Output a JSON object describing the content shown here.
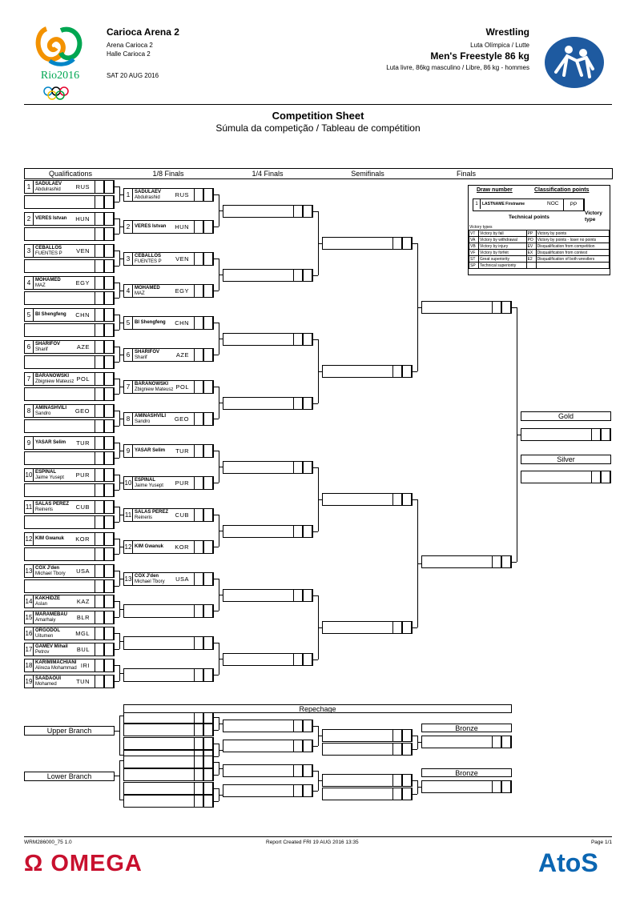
{
  "header": {
    "venue": "Carioca Arena 2",
    "venue_pt": "Arena Carioca 2",
    "venue_fr": "Halle Carioca 2",
    "date": "SAT 20 AUG 2016",
    "sport": "Wrestling",
    "sport_pt_fr": "Luta Olímpica / Lutte",
    "event": "Men's Freestyle 86 kg",
    "event_pt_fr": "Luta livre, 86kg masculino / Libre, 86 kg - hommes",
    "logo_text": "Rio2016"
  },
  "title": {
    "main": "Competition Sheet",
    "sub": "Súmula da competição / Tableau de compétition"
  },
  "columns": [
    "Qualifications",
    "1/8 Finals",
    "1/4 Finals",
    "Semifinals",
    "Finals"
  ],
  "qualifications": [
    {
      "seed": "1",
      "last": "SADULAEV",
      "first": "Abdulrashid",
      "noc": "RUS"
    },
    {
      "seed": "2",
      "last": "VERES Istvan",
      "first": "",
      "noc": "HUN"
    },
    {
      "seed": "3",
      "last": "CEBALLOS",
      "first": "FUENTES P",
      "noc": "VEN"
    },
    {
      "seed": "4",
      "last": "MOHAMED",
      "first": "MAZ",
      "noc": "EGY"
    },
    {
      "seed": "5",
      "last": "BI Shengfeng",
      "first": "",
      "noc": "CHN"
    },
    {
      "seed": "6",
      "last": "SHARIFOV",
      "first": "Sharif",
      "noc": "AZE"
    },
    {
      "seed": "7",
      "last": "BARANOWSKI",
      "first": "Zbigniew Mateusz",
      "noc": "POL"
    },
    {
      "seed": "8",
      "last": "AMINASHVILI",
      "first": "Sandro",
      "noc": "GEO"
    },
    {
      "seed": "9",
      "last": "YASAR Selim",
      "first": "",
      "noc": "TUR"
    },
    {
      "seed": "10",
      "last": "ESPINAL",
      "first": "Jaime Yusept",
      "noc": "PUR"
    },
    {
      "seed": "11",
      "last": "SALAS PEREZ",
      "first": "Reineris",
      "noc": "CUB"
    },
    {
      "seed": "12",
      "last": "KIM Gwanuk",
      "first": "",
      "noc": "KOR"
    },
    {
      "seed": "13",
      "last": "COX J'den",
      "first": "Michael Tbory",
      "noc": "USA"
    },
    {
      "seed": "14",
      "last": "KAKHIDZE",
      "first": "Aslan",
      "noc": "KAZ"
    },
    {
      "seed": "15",
      "last": "MARAMEBAU",
      "first": "Amarhaiy",
      "noc": "BLR"
    },
    {
      "seed": "16",
      "last": "ORGODOL",
      "first": "Uitumen",
      "noc": "MGL"
    },
    {
      "seed": "17",
      "last": "GAMEV Mihail",
      "first": "Petrov",
      "noc": "BUL"
    },
    {
      "seed": "18",
      "last": "KARIMIMACHIANI",
      "first": "Alireza Mohammad",
      "noc": "IRI"
    },
    {
      "seed": "19",
      "last": "SAADAOUI",
      "first": "Mohamed",
      "noc": "TUN"
    }
  ],
  "round16": [
    {
      "seed": "1",
      "last": "SADULAEV",
      "first": "Abdulrashid",
      "noc": "RUS"
    },
    {
      "seed": "2",
      "last": "VERES Istvan",
      "first": "",
      "noc": "HUN"
    },
    {
      "seed": "3",
      "last": "CEBALLOS",
      "first": "FUENTES P",
      "noc": "VEN"
    },
    {
      "seed": "4",
      "last": "MOHAMED",
      "first": "MAZ",
      "noc": "EGY"
    },
    {
      "seed": "5",
      "last": "BI Shengfeng",
      "first": "",
      "noc": "CHN"
    },
    {
      "seed": "6",
      "last": "SHARIFOV",
      "first": "Sharif",
      "noc": "AZE"
    },
    {
      "seed": "7",
      "last": "BARANOWSKI",
      "first": "Zbigniew Mateusz",
      "noc": "POL"
    },
    {
      "seed": "8",
      "last": "AMINASHVILI",
      "first": "Sandro",
      "noc": "GEO"
    },
    {
      "seed": "9",
      "last": "YASAR Selim",
      "first": "",
      "noc": "TUR"
    },
    {
      "seed": "10",
      "last": "ESPINAL",
      "first": "Jaime Yusept",
      "noc": "PUR"
    },
    {
      "seed": "11",
      "last": "SALAS PEREZ",
      "first": "Reineris",
      "noc": "CUB"
    },
    {
      "seed": "12",
      "last": "KIM Gwanuk",
      "first": "",
      "noc": "KOR"
    },
    {
      "seed": "13",
      "last": "COX J'den",
      "first": "Michael Tbory",
      "noc": "USA"
    }
  ],
  "legend": {
    "draw_number": "Draw number",
    "classification_points": "Classification points",
    "sample_seed": "1",
    "sample_name": "LASTNAME Firstname",
    "sample_noc": "NOC",
    "sample_pp": "PP",
    "technical_points": "Technical points",
    "victory_type": "Victory type",
    "victory_types_label": "Victory types",
    "rows": [
      [
        "VT",
        "Victory by fall",
        "PP",
        "Victory by points"
      ],
      [
        "VA",
        "Victory by withdrawal",
        "PO",
        "Victory by points - loser no points"
      ],
      [
        "VB",
        "Victory by injury",
        "EV",
        "Disqualification from competition"
      ],
      [
        "VF",
        "Victory by forfeit",
        "EX",
        "Disqualification from contest"
      ],
      [
        "ST",
        "Great superiority",
        "E2",
        "Disqualification of both wrestlers"
      ],
      [
        "SP",
        "Technical superiority",
        "",
        ""
      ]
    ]
  },
  "medals": {
    "gold": "Gold",
    "silver": "Silver",
    "bronze": "Bronze"
  },
  "repechage": {
    "label": "Repechage",
    "upper": "Upper Branch",
    "lower": "Lower Branch"
  },
  "footer": {
    "code": "WRM286000_75 1.0",
    "created": "Report Created  FRI 19 AUG 2016 13:35",
    "page": "Page 1/1",
    "omega": "OMEGA",
    "atos": "AtoS"
  }
}
